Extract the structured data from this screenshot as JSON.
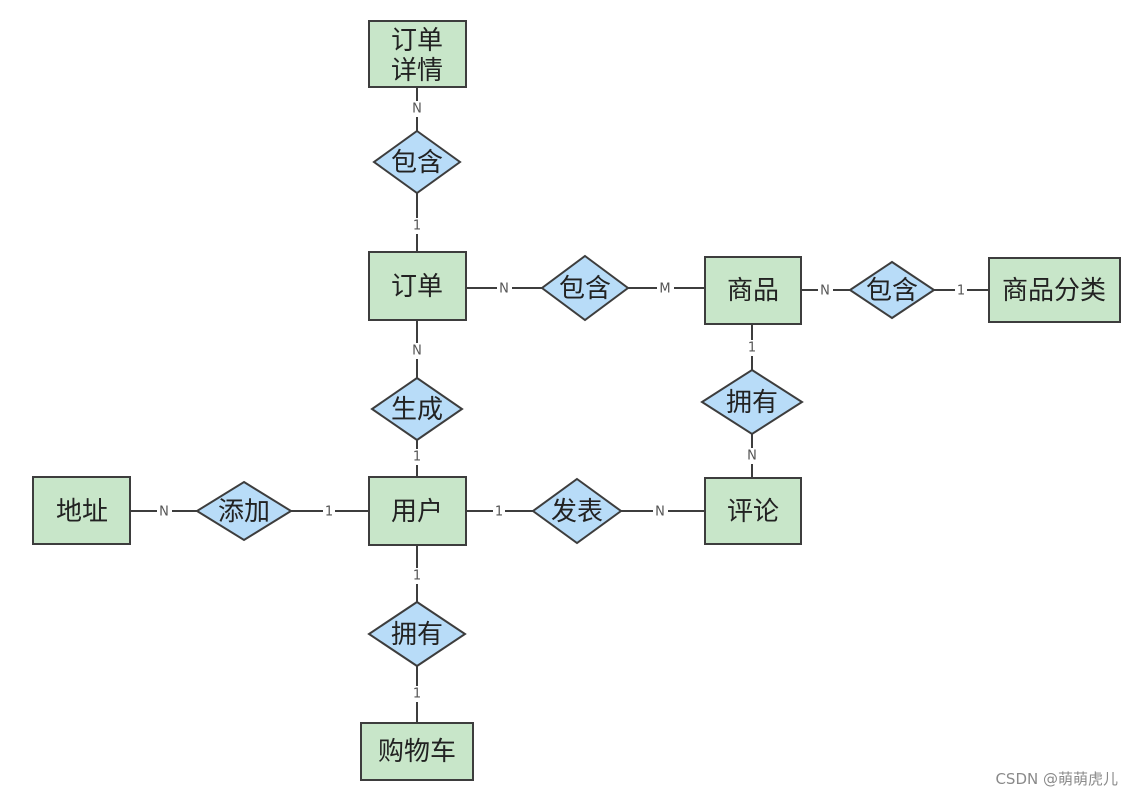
{
  "entities": {
    "order_detail": [
      "订单",
      "详情"
    ],
    "order": "订单",
    "product": "商品",
    "category": "商品分类",
    "address": "地址",
    "user": "用户",
    "comment": "评论",
    "cart": "购物车"
  },
  "relationships": {
    "contains_detail": "包含",
    "contains_product": "包含",
    "contains_category": "包含",
    "generates": "生成",
    "has_comment": "拥有",
    "adds": "添加",
    "publishes": "发表",
    "has_cart": "拥有"
  },
  "edges": [
    {
      "from": "order_detail",
      "via": "contains_detail",
      "to": "order",
      "card_from": "N",
      "card_to": "1"
    },
    {
      "from": "order",
      "via": "contains_product",
      "to": "product",
      "card_from": "N",
      "card_to": "M"
    },
    {
      "from": "product",
      "via": "contains_category",
      "to": "category",
      "card_from": "N",
      "card_to": "1"
    },
    {
      "from": "order",
      "via": "generates",
      "to": "user",
      "card_from": "N",
      "card_to": "1"
    },
    {
      "from": "product",
      "via": "has_comment",
      "to": "comment",
      "card_from": "1",
      "card_to": "N"
    },
    {
      "from": "address",
      "via": "adds",
      "to": "user",
      "card_from": "N",
      "card_to": "1"
    },
    {
      "from": "user",
      "via": "publishes",
      "to": "comment",
      "card_from": "1",
      "card_to": "N"
    },
    {
      "from": "user",
      "via": "has_cart",
      "to": "cart",
      "card_from": "1",
      "card_to": "1"
    }
  ],
  "colors": {
    "entity_fill": "#c8e6c9",
    "relationship_fill": "#b8dcf8",
    "stroke": "#3d3d3d"
  },
  "watermark": "CSDN @萌萌虎儿"
}
